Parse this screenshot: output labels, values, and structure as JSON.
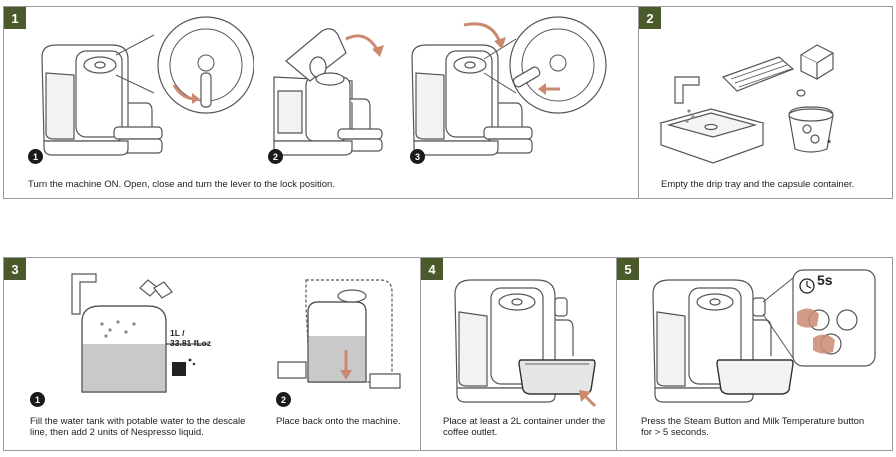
{
  "steps": [
    {
      "number": "1",
      "caption": "Turn the machine ON. Open, close and turn the lever to the lock position.",
      "substeps": [
        "1",
        "2",
        "3"
      ]
    },
    {
      "number": "2",
      "caption": "Empty the drip tray and the capsule container."
    },
    {
      "number": "3",
      "caption_a": "Fill the water tank with potable water to the descale line, then add 2 units of Nespresso liquid.",
      "caption_b": "Place back onto the machine.",
      "substeps": [
        "1",
        "2"
      ],
      "volume_label_line1": "1L /",
      "volume_label_line2": "33.81 fLoz"
    },
    {
      "number": "4",
      "caption": "Place at least a 2L container under the coffee outlet."
    },
    {
      "number": "5",
      "caption": "Press the Steam Button and Milk Temperature button for > 5 seconds.",
      "timer_label": "5s"
    }
  ],
  "colors": {
    "badge": "#4b5a2b",
    "arrow": "#c98a70",
    "line": "#555555",
    "water": "#c9c9c9"
  }
}
